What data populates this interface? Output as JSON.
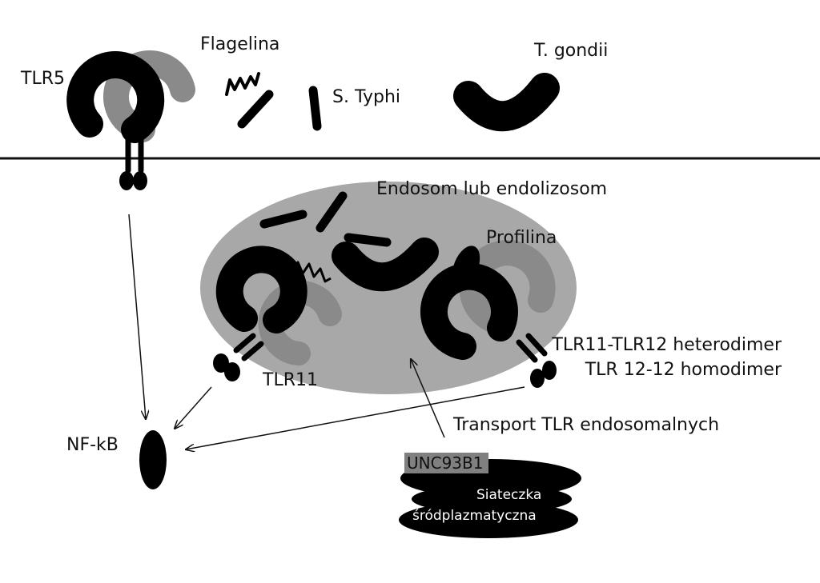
{
  "labels": {
    "tlr5": "TLR5",
    "flagellin": "Flagelina",
    "s_typhi": "S. Typhi",
    "t_gondii": "T. gondii",
    "endosome": "Endosom lub endolizosom",
    "profilin": "Profilina",
    "tlr11": "TLR11",
    "heterodimer": "TLR11-TLR12 heterodimer",
    "homodimer": "TLR 12-12 homodimer",
    "transport": "Transport TLR endosomalnych",
    "nfkb": "NF-kB",
    "unc93b1": "UNC93B1",
    "er_line1": "Siateczka",
    "er_line2": "śródplazmatyczna"
  },
  "colors": {
    "receptor_black": "#000000",
    "receptor_gray": "#8a8a8a",
    "receptor_gray_inner": "#9a9a9a",
    "endosome_fill": "#a8a8a8",
    "unc93b1_box": "#808080",
    "line": "#111111"
  }
}
